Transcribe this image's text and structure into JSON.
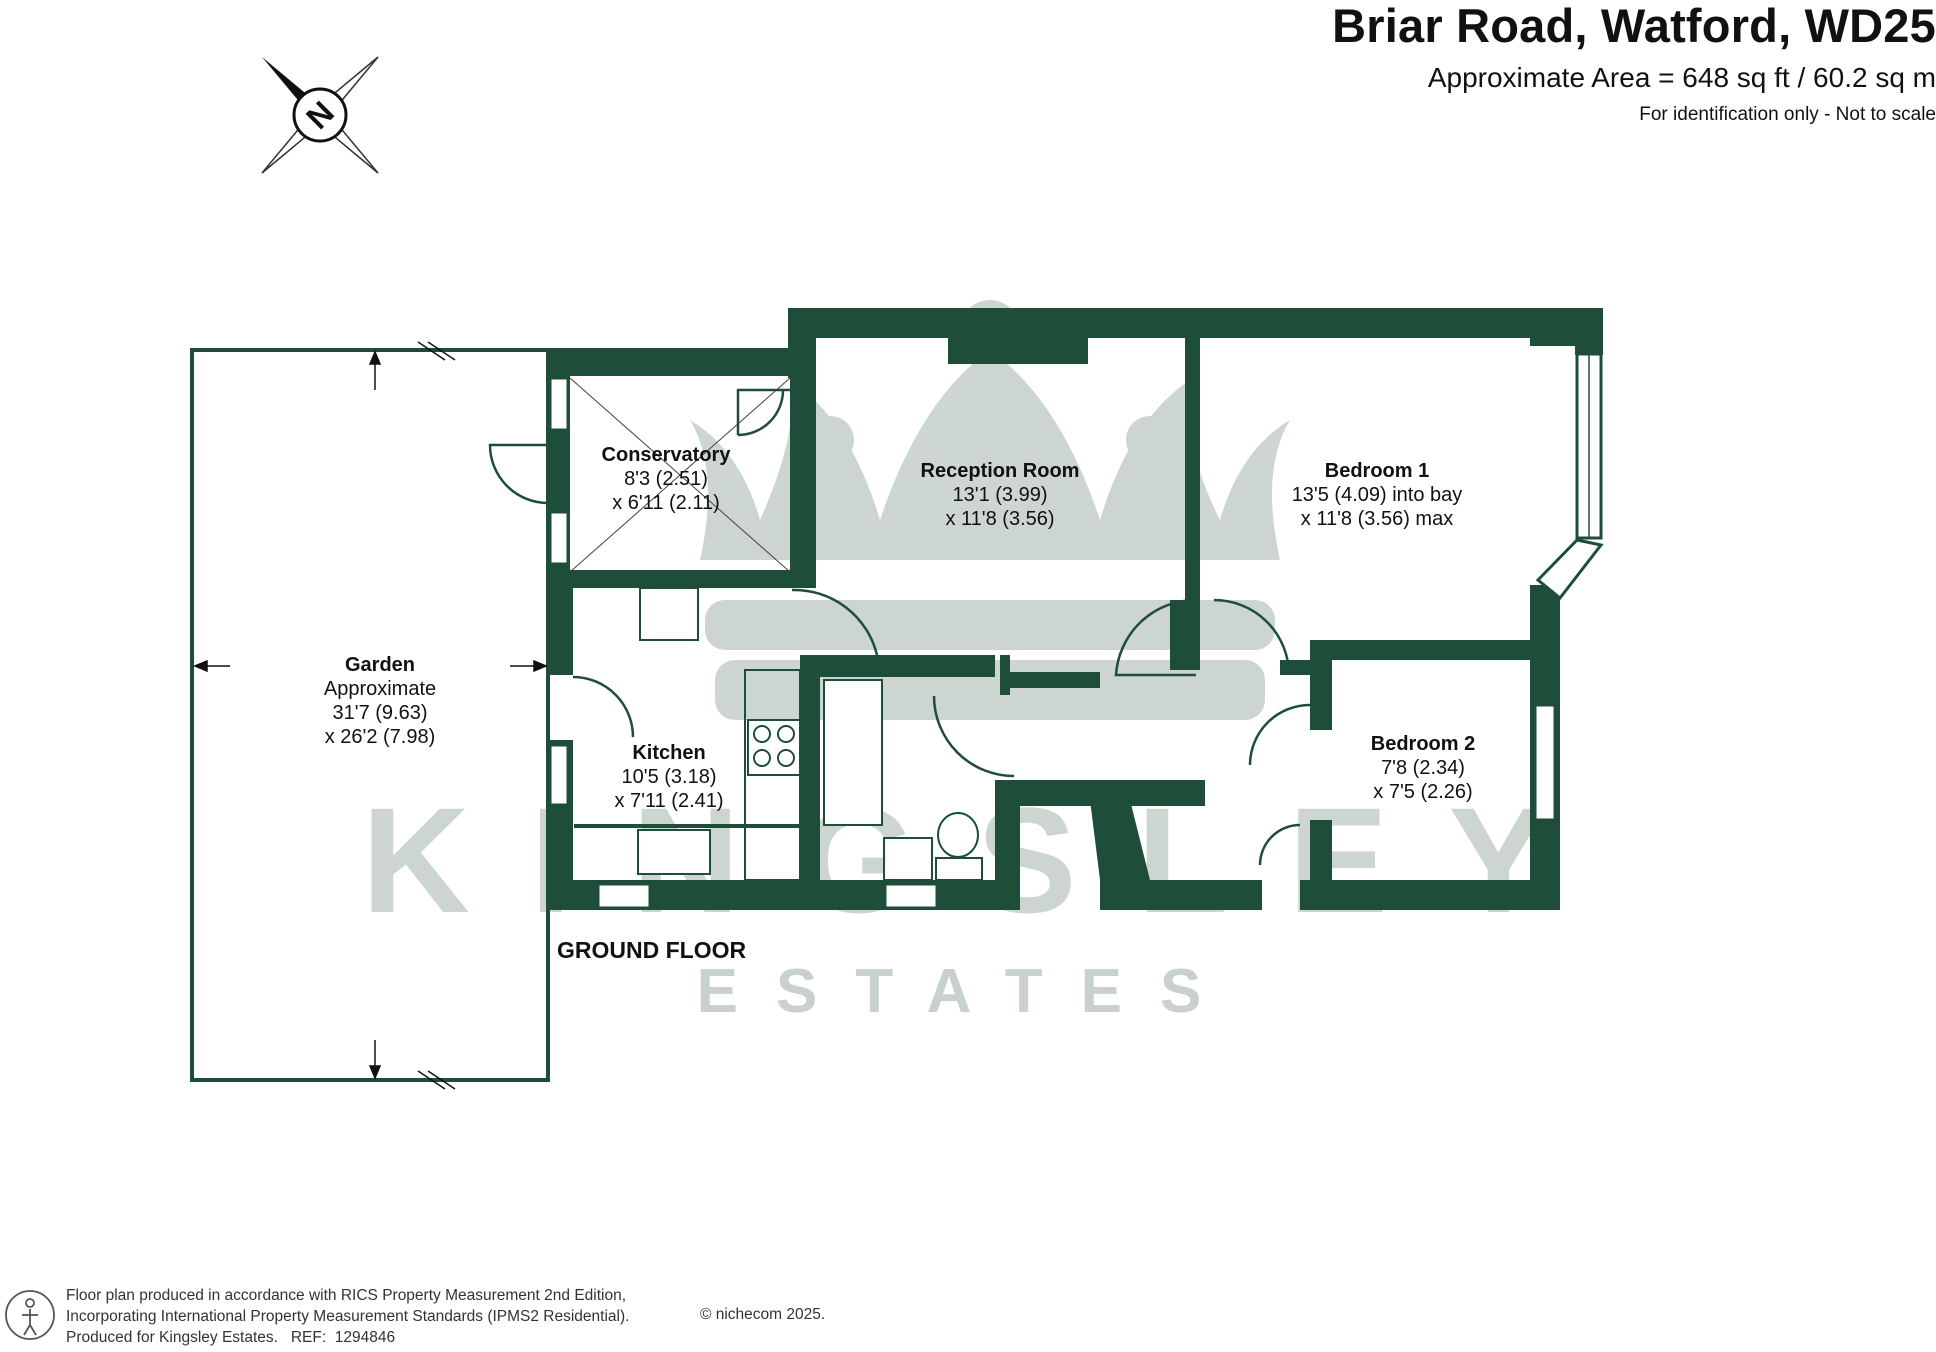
{
  "header": {
    "title": "Briar Road, Watford, WD25",
    "area": "Approximate Area = 648 sq ft / 60.2 sq m",
    "identification": "For identification only - Not to scale"
  },
  "compass": {
    "letter": "N",
    "icon": "compass-north-icon"
  },
  "colors": {
    "wall": "#1e4d3a",
    "watermark": "#c8d1cc",
    "line": "#1e4d3a"
  },
  "watermark": {
    "brand": "KINGSLEY",
    "sub": "ESTATES"
  },
  "floor_label": "GROUND FLOOR",
  "rooms": {
    "garden": {
      "name": "Garden",
      "line1": "Approximate",
      "line2": "31'7  (9.63)",
      "line3": "x 26'2 (7.98)"
    },
    "conservatory": {
      "name": "Conservatory",
      "line1": "8'3 (2.51)",
      "line2": "x 6'11 (2.11)"
    },
    "reception": {
      "name": "Reception Room",
      "line1": "13'1 (3.99)",
      "line2": "x 11'8 (3.56)"
    },
    "bedroom1": {
      "name": "Bedroom 1",
      "line1": "13'5 (4.09) into bay",
      "line2": "x 11'8 (3.56) max"
    },
    "bedroom2": {
      "name": "Bedroom 2",
      "line1": "7'8 (2.34)",
      "line2": "x 7'5 (2.26)"
    },
    "kitchen": {
      "name": "Kitchen",
      "line1": "10'5 (3.18)",
      "line2": "x 7'11 (2.41)"
    }
  },
  "footer": {
    "line1": "Floor plan produced in accordance with RICS Property Measurement 2nd Edition,",
    "line2": "Incorporating International Property Measurement Standards (IPMS2 Residential).",
    "line3": "Produced for Kingsley Estates.   REF:  1294846",
    "copyright": "© nichecom 2025."
  }
}
